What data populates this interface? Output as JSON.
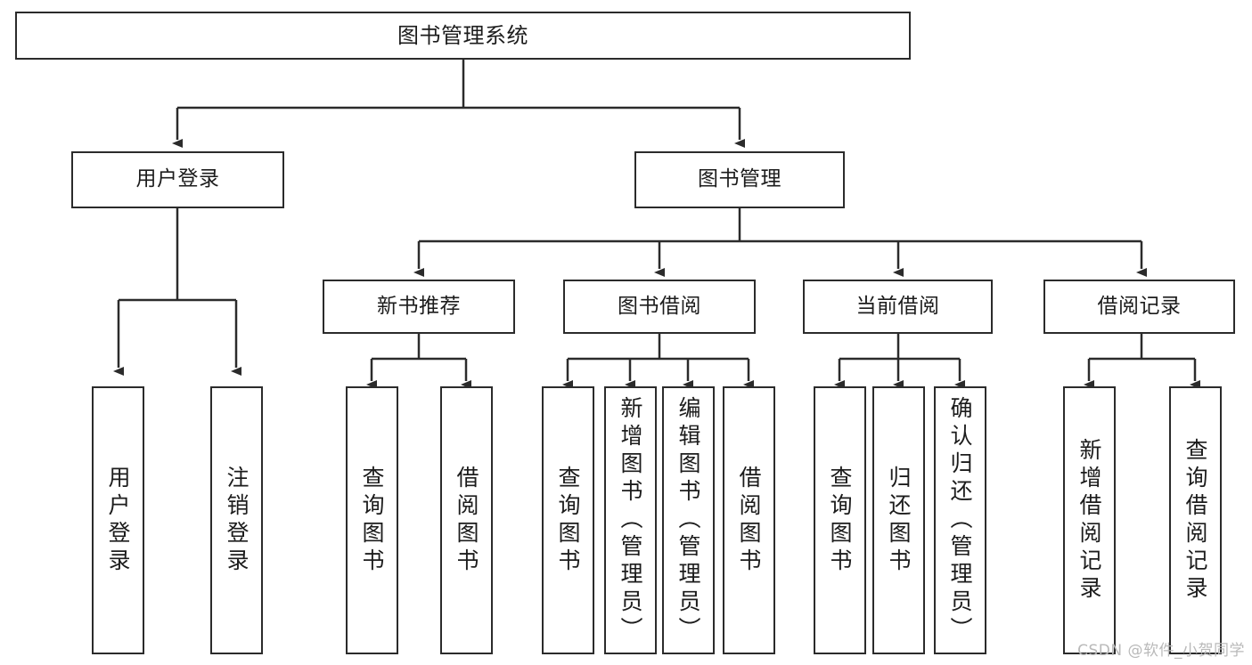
{
  "diagram": {
    "type": "tree-hierarchy",
    "title": "图书管理系统",
    "watermark": "CSDN @软件_小贺同学",
    "colors": {
      "stroke": "#2b2b2b",
      "fill": "#ffffff",
      "text": "#1c1c1c",
      "watermark": "#b9b9b9"
    },
    "nodes": {
      "root": {
        "label": "图书管理系统"
      },
      "level1": [
        {
          "id": "user-login",
          "label": "用户登录"
        },
        {
          "id": "book-manage",
          "label": "图书管理"
        }
      ],
      "level2": [
        {
          "id": "new-book-rec",
          "label": "新书推荐"
        },
        {
          "id": "book-borrow",
          "label": "图书借阅"
        },
        {
          "id": "current-borrow",
          "label": "当前借阅"
        },
        {
          "id": "borrow-record",
          "label": "借阅记录"
        }
      ],
      "leaves": {
        "user_login": [
          {
            "id": "leaf-user-login",
            "label": "用户登录"
          },
          {
            "id": "leaf-logout",
            "label": "注销登录"
          }
        ],
        "new_book_rec": [
          {
            "id": "leaf-query-book-1",
            "label": "查询图书"
          },
          {
            "id": "leaf-borrow-book-1",
            "label": "借阅图书"
          }
        ],
        "book_borrow": [
          {
            "id": "leaf-query-book-2",
            "label": "查询图书"
          },
          {
            "id": "leaf-add-book",
            "label": "新增图书（管理员）"
          },
          {
            "id": "leaf-edit-book",
            "label": "编辑图书（管理员）"
          },
          {
            "id": "leaf-borrow-book-2",
            "label": "借阅图书"
          }
        ],
        "current_borrow": [
          {
            "id": "leaf-query-book-3",
            "label": "查询图书"
          },
          {
            "id": "leaf-return-book",
            "label": "归还图书"
          },
          {
            "id": "leaf-confirm-return",
            "label": "确认归还（管理员）"
          }
        ],
        "borrow_record": [
          {
            "id": "leaf-add-record",
            "label": "新增借阅记录"
          },
          {
            "id": "leaf-query-record",
            "label": "查询借阅记录"
          }
        ]
      }
    }
  }
}
